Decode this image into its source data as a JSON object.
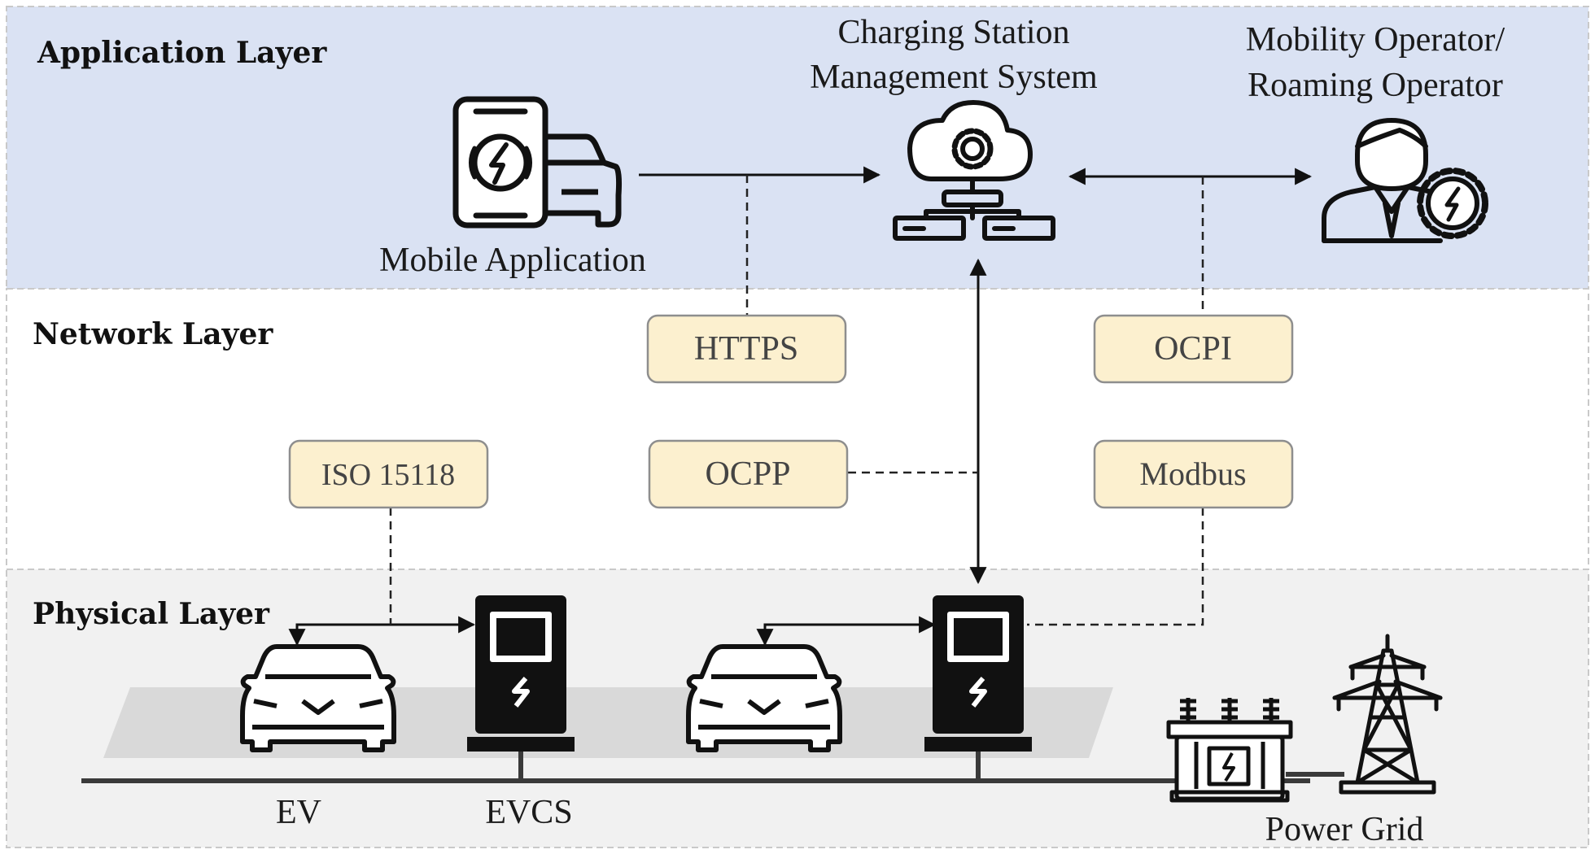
{
  "layers": {
    "application": "Application Layer",
    "network": "Network Layer",
    "physical": "Physical Layer"
  },
  "nodes": {
    "mobile_app": "Mobile Application",
    "csms_line1": "Charging Station",
    "csms_line2": "Management System",
    "operator_line1": "Mobility Operator/",
    "operator_line2": "Roaming Operator",
    "ev": "EV",
    "evcs": "EVCS",
    "grid": "Power Grid"
  },
  "protocols": {
    "https": "HTTPS",
    "ocpi": "OCPI",
    "iso": "ISO 15118",
    "ocpp": "OCPP",
    "modbus": "Modbus"
  },
  "colors": {
    "application_bg": "#dae2f3",
    "network_bg": "#ffffff",
    "physical_bg": "#f1f1f1",
    "protocol_box": "#fcf0cf",
    "road": "#d9d9d9"
  },
  "icons": [
    "smartphone-charging-icon",
    "car-front-icon",
    "cloud-gear-server-icon",
    "operator-person-gear-icon",
    "charging-station-icon",
    "transformer-icon",
    "transmission-tower-icon"
  ]
}
